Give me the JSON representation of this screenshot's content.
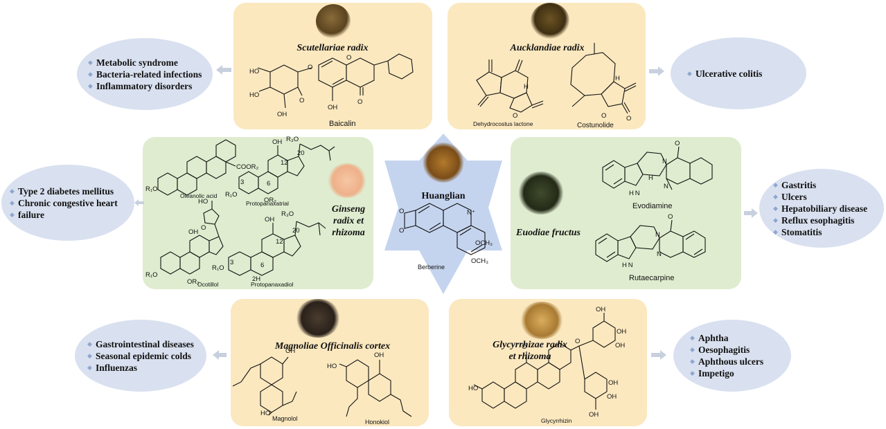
{
  "colors": {
    "tan_panel": "#fbe8bf",
    "green_panel": "#dfeccf",
    "ellipse": "#d9e1f0",
    "star": "#c5d4ee",
    "arrow": "#c8d0de",
    "bullet": "#8fa6cf"
  },
  "center": {
    "title": "Huanglian",
    "compound": "Berberine"
  },
  "herbs": {
    "scutellariae": {
      "title": "Scutellariae radix",
      "compounds": [
        "Baicalin"
      ]
    },
    "aucklandiae": {
      "title": "Aucklandiae radix",
      "compounds": [
        "Dehydrocostus lactone",
        "Costunolide"
      ]
    },
    "ginseng": {
      "title_lines": [
        "Ginseng",
        "radix et",
        "rhizoma"
      ],
      "compounds": [
        "Oleanolic acid",
        "Protopanaxatrial",
        "Ocotillol",
        "Protopanaxadiol"
      ]
    },
    "euodiae": {
      "title": "Euodiae fructus",
      "compounds": [
        "Evodiamine",
        "Rutaecarpine"
      ]
    },
    "magnoliae": {
      "title": "Magnoliae Officinalis cortex",
      "compounds": [
        "Magnolol",
        "Honokiol"
      ]
    },
    "glycyrrhizae": {
      "title_lines": [
        "Glycyrrhizae radix",
        "et rhizoma"
      ],
      "compounds": [
        "Glycyrrhizin"
      ]
    }
  },
  "diseases": {
    "top_left": [
      "Metabolic syndrome",
      "Bacteria-related infections",
      "Inflammatory disorders"
    ],
    "top_right": [
      "Ulcerative colitis"
    ],
    "mid_left": [
      "Type 2 diabetes mellitus",
      "Chronic congestive heart",
      "failure"
    ],
    "mid_right": [
      "Gastritis",
      "Ulcers",
      "Hepatobiliary disease",
      "Reflux esophagitis",
      "Stomatitis"
    ],
    "bottom_left": [
      "Gastrointestinal diseases",
      "Seasonal epidemic colds",
      "Influenzas"
    ],
    "bottom_right": [
      "Aphtha",
      "Oesophagitis",
      "Aphthous ulcers",
      "Impetigo"
    ]
  },
  "atoms": {
    "ho": "HO",
    "oh": "OH",
    "o": "O",
    "h": "H",
    "n": "N",
    "nh": "H N",
    "nplus": "N⁺",
    "och3": "OCH₃",
    "r1o": "R₁O",
    "r3o": "R₃O",
    "or2": "OR₂",
    "coor2": "COOR₂",
    "n3": "3",
    "n6": "6",
    "n12": "12",
    "n20": "20",
    "two_h": "2H"
  }
}
